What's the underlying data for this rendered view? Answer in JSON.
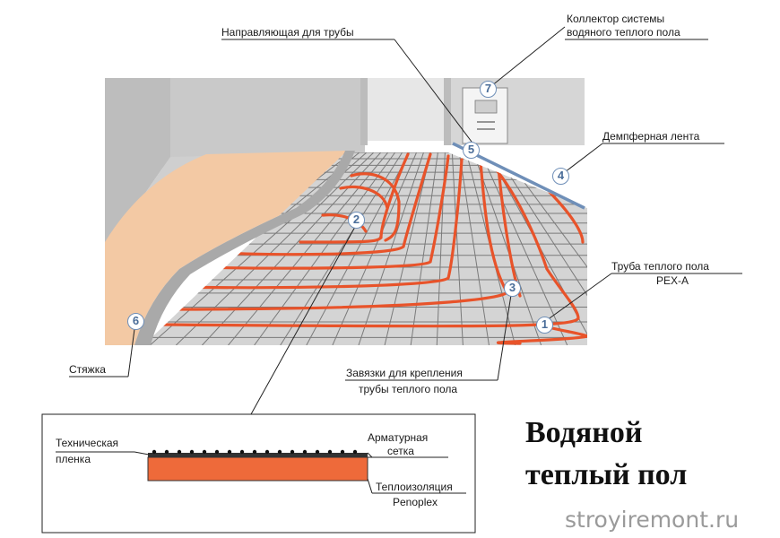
{
  "labels": {
    "guide": "Направляющая для трубы",
    "collector_1": "Коллектор системы",
    "collector_2": "водяного теплого пола",
    "damper": "Демпферная лента",
    "pipe_1": "Труба теплого пола",
    "pipe_2": "PEX-A",
    "screed": "Стяжка",
    "ties_1": "Завязки для крепления",
    "ties_2": "трубы теплого пола",
    "film_1": "Техническая",
    "film_2": "пленка",
    "mesh_1": "Арматурная",
    "mesh_2": "сетка",
    "insul_1": "Теплоизоляция",
    "insul_2": "Penoplex"
  },
  "markers": [
    "1",
    "2",
    "3",
    "4",
    "5",
    "6",
    "7"
  ],
  "title": {
    "line1": "Водяной",
    "line2": "теплый пол"
  },
  "watermark": "stroyiremont.ru",
  "colors": {
    "pipe": "#e8532a",
    "grid": "#7a7a7a",
    "floor": "#d2d2d2",
    "screed": "#b3b3b3",
    "insulation": "#ee6a3a",
    "marker": "#4a6d99"
  }
}
